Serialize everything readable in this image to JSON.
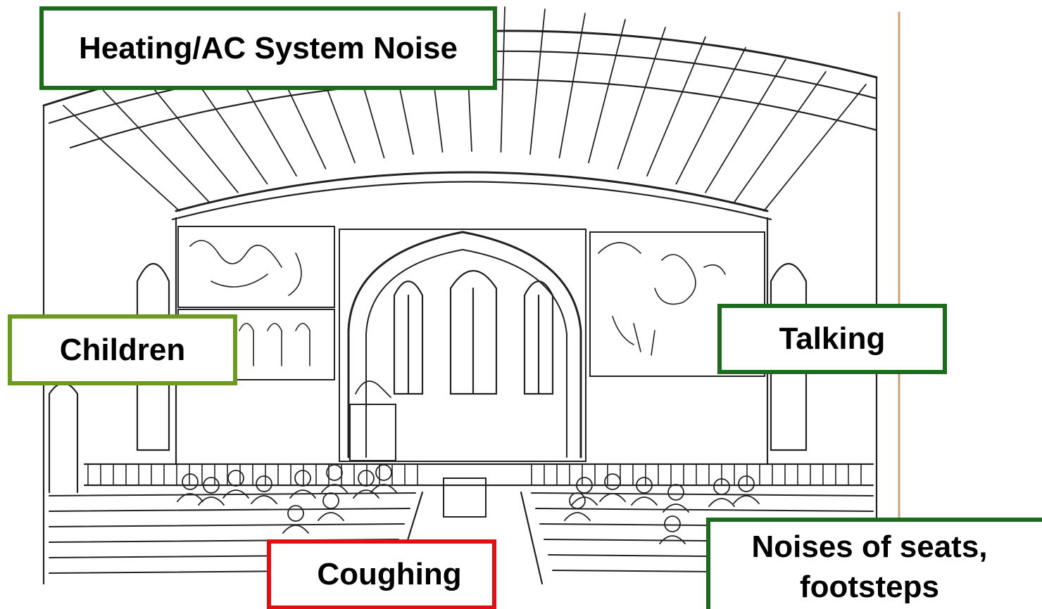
{
  "labels": {
    "hvac": {
      "text": "Heating/AC System Noise",
      "border_color": "#1d6b1d"
    },
    "children": {
      "text": "Children",
      "border_color": "#6a9a1f"
    },
    "talking": {
      "text": "Talking",
      "border_color": "#1d6b1d"
    },
    "coughing": {
      "text": "Coughing",
      "border_color": "#e01010"
    },
    "seats": {
      "text": "Noises of seats, footsteps",
      "border_color": "#1d6b1d"
    }
  },
  "illustration": {
    "subject": "church-interior-line-drawing",
    "stroke_color": "#222222",
    "edge_color": "#c9a27a"
  }
}
